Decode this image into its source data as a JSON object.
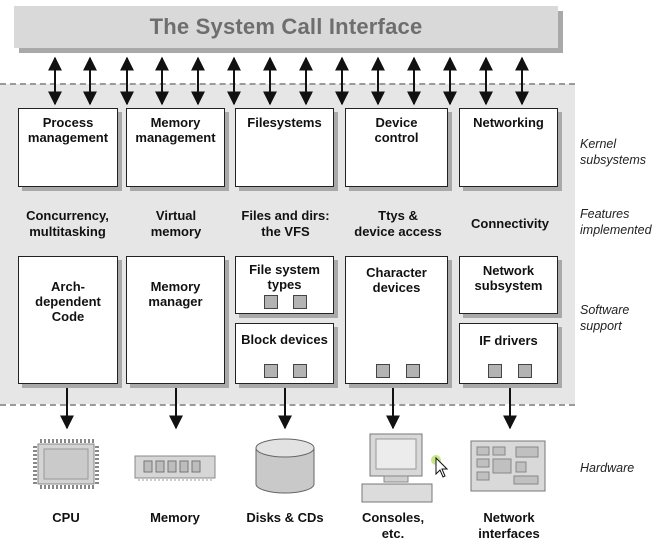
{
  "title": "The System Call Interface",
  "side_labels": {
    "kernel": "Kernel\nsubsystems",
    "features": "Features\nimplemented",
    "software": "Software\nsupport",
    "hardware": "Hardware"
  },
  "subsystems": [
    {
      "label": "Process\nmanagement"
    },
    {
      "label": "Memory\nmanagement"
    },
    {
      "label": "Filesystems"
    },
    {
      "label": "Device\ncontrol"
    },
    {
      "label": "Networking"
    }
  ],
  "features": [
    "Concurrency,\nmultitasking",
    "Virtual\nmemory",
    "Files and dirs:\nthe VFS",
    "Ttys &\ndevice access",
    "Connectivity"
  ],
  "software": {
    "arch": "Arch-\ndependent\nCode",
    "memmgr": "Memory\nmanager",
    "fstypes": "File system\ntypes",
    "blockdev": "Block devices",
    "chardev": "Character\ndevices",
    "netsub": "Network\nsubsystem",
    "ifdrivers": "IF drivers"
  },
  "hardware": [
    {
      "label": "CPU",
      "icon": "cpu-chip-icon"
    },
    {
      "label": "Memory",
      "icon": "memory-module-icon"
    },
    {
      "label": "Disks & CDs",
      "icon": "disk-icon"
    },
    {
      "label": "Consoles,\netc.",
      "icon": "console-terminal-icon"
    },
    {
      "label": "Network\ninterfaces",
      "icon": "network-card-icon"
    }
  ],
  "colors": {
    "band": "#e6e6e6",
    "box_shadow": "#a9a9a9",
    "title_text": "#6e6e6e"
  }
}
